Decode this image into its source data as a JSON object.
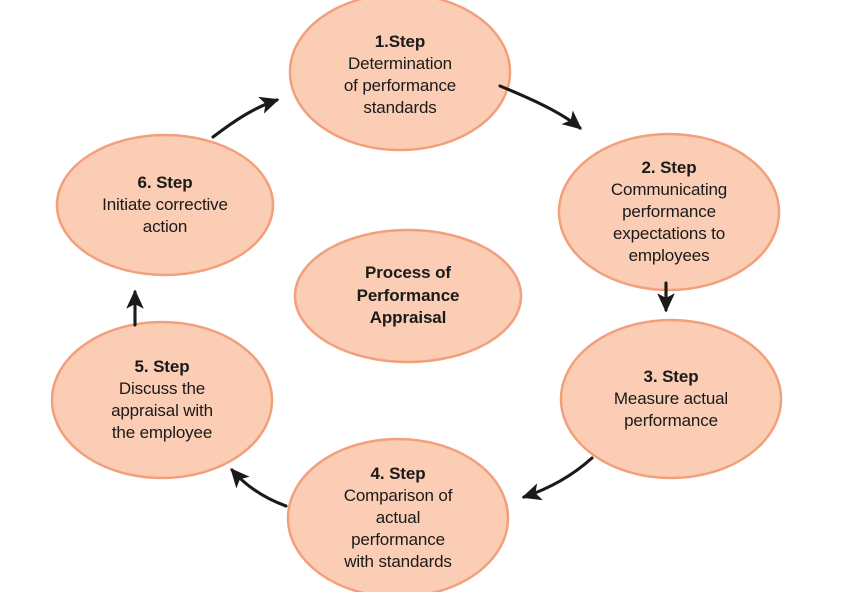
{
  "diagram": {
    "title": "Process of Performance Appraisal",
    "type": "cycle-diagram",
    "background_color": "#FFFFFF",
    "node_fill_color": "#FBCDB4",
    "node_stroke_color": "#F2A07B",
    "text_color": "#1A1A1A",
    "arrow_color": "#1A1A1A",
    "center": {
      "line1": "Process of",
      "line2": "Performance",
      "line3": "Appraisal"
    },
    "steps": [
      {
        "id": "step-1",
        "title": "1.Step",
        "body_lines": [
          "Determination",
          "of performance",
          "standards"
        ]
      },
      {
        "id": "step-2",
        "title": "2. Step",
        "body_lines": [
          "Communicating",
          "performance",
          "expectations to",
          "employees"
        ]
      },
      {
        "id": "step-3",
        "title": "3. Step",
        "body_lines": [
          "Measure actual",
          "performance"
        ]
      },
      {
        "id": "step-4",
        "title": "4. Step",
        "body_lines": [
          "Comparison of",
          "actual",
          "performance",
          "with standards"
        ]
      },
      {
        "id": "step-5",
        "title": "5. Step",
        "body_lines": [
          "Discuss the",
          "appraisal with",
          "the employee"
        ]
      },
      {
        "id": "step-6",
        "title": "6. Step",
        "body_lines": [
          "Initiate corrective",
          "action"
        ]
      }
    ],
    "connectors": [
      {
        "id": "arrow-1-to-2",
        "from": "step-1",
        "to": "step-2",
        "shape": "curved"
      },
      {
        "id": "arrow-2-to-3",
        "from": "step-2",
        "to": "step-3",
        "shape": "straight-down"
      },
      {
        "id": "arrow-3-to-4",
        "from": "step-3",
        "to": "step-4",
        "shape": "curved"
      },
      {
        "id": "arrow-4-to-5",
        "from": "step-4",
        "to": "step-5",
        "shape": "curved"
      },
      {
        "id": "arrow-5-to-6",
        "from": "step-5",
        "to": "step-6",
        "shape": "straight-up"
      },
      {
        "id": "arrow-6-to-1",
        "from": "step-6",
        "to": "step-1",
        "shape": "curved"
      }
    ]
  }
}
